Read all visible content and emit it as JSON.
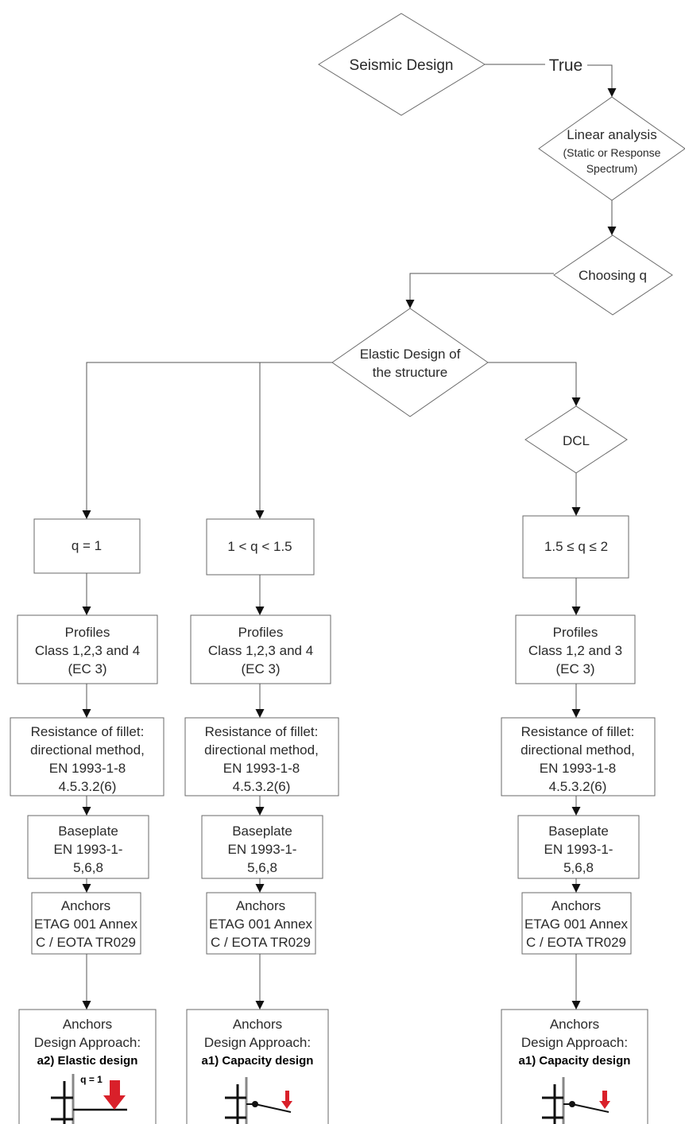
{
  "nodes": {
    "seismic": {
      "label": "Seismic Design"
    },
    "true_label": {
      "label": "True"
    },
    "linear": {
      "line1": "Linear analysis",
      "line2": "(Static or Response",
      "line3": "Spectrum)"
    },
    "choosing": {
      "label": "Choosing q"
    },
    "elastic": {
      "line1": "Elastic Design of",
      "line2": "the structure"
    },
    "dcl": {
      "label": "DCL"
    }
  },
  "columns": [
    {
      "q": "q = 1",
      "profiles": [
        "Profiles",
        "Class 1,2,3 and 4",
        "(EC 3)"
      ],
      "resistance": [
        "Resistance of fillet:",
        "directional method,",
        "EN 1993-1-8",
        "4.5.3.2(6)"
      ],
      "baseplate": [
        "Baseplate",
        "EN 1993-1-",
        "5,6,8"
      ],
      "anchors": [
        "Anchors",
        "ETAG 001 Annex",
        "C / EOTA TR029"
      ],
      "approach": [
        "Anchors",
        "Design Approach:",
        "a2) Elastic design"
      ],
      "icon_label": "q = 1",
      "icon": "elastic-anchor-load-icon"
    },
    {
      "q": "1 < q < 1.5",
      "profiles": [
        "Profiles",
        "Class 1,2,3 and 4",
        "(EC 3)"
      ],
      "resistance": [
        "Resistance of fillet:",
        "directional method,",
        "EN 1993-1-8",
        "4.5.3.2(6)"
      ],
      "baseplate": [
        "Baseplate",
        "EN 1993-1-",
        "5,6,8"
      ],
      "anchors": [
        "Anchors",
        "ETAG 001 Annex",
        "C / EOTA TR029"
      ],
      "approach": [
        "Anchors",
        "Design Approach:",
        "a1) Capacity design"
      ],
      "icon": "plastic-hinge-anchor-icon"
    },
    {
      "q": "1.5 ≤ q ≤ 2",
      "profiles": [
        "Profiles",
        "Class 1,2 and 3",
        "(EC 3)"
      ],
      "resistance": [
        "Resistance of fillet:",
        "directional method,",
        "EN 1993-1-8",
        "4.5.3.2(6)"
      ],
      "baseplate": [
        "Baseplate",
        "EN 1993-1-",
        "5,6,8"
      ],
      "anchors": [
        "Anchors",
        "ETAG 001 Annex",
        "C / EOTA TR029"
      ],
      "approach": [
        "Anchors",
        "Design Approach:",
        "a1) Capacity design"
      ],
      "icon": "plastic-hinge-anchor-icon"
    }
  ],
  "colors": {
    "line": "#555555",
    "arrow": "#111111",
    "load_arrow": "#d9202a",
    "text": "#2a2a2a"
  }
}
